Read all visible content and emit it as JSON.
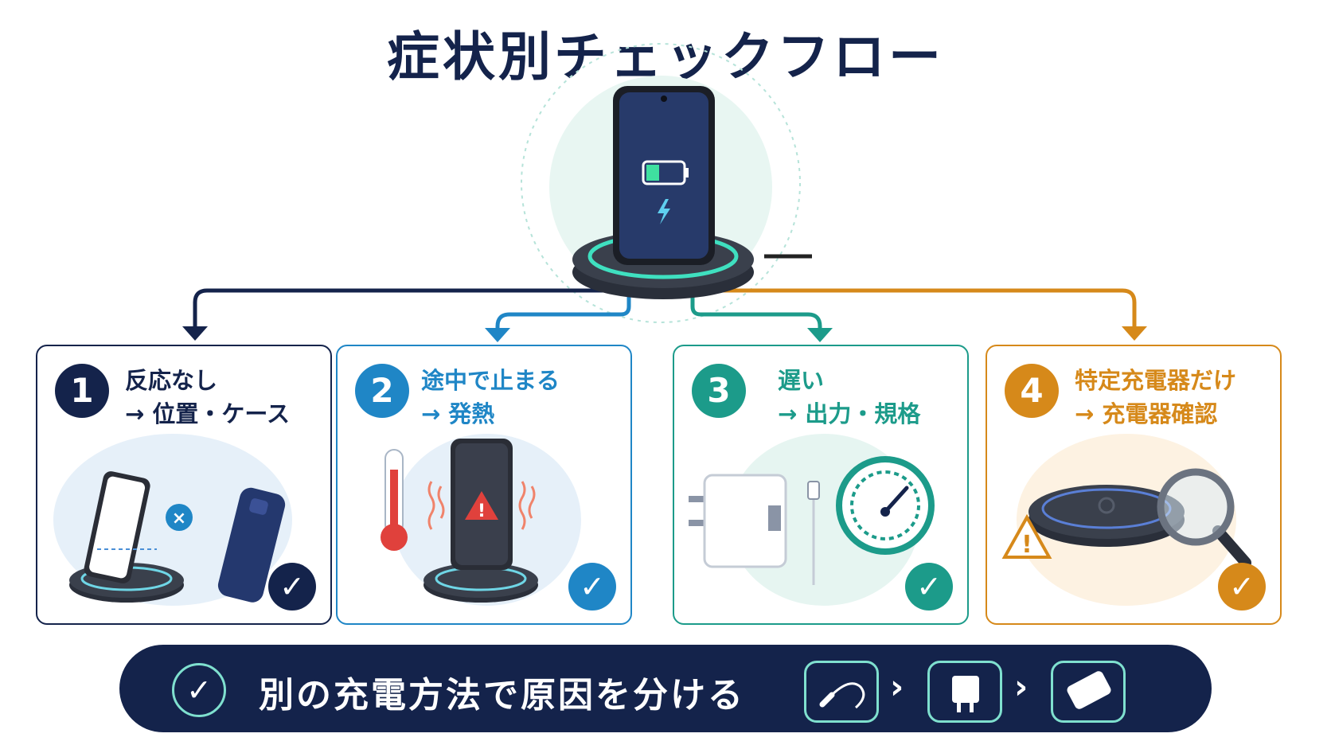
{
  "title": "症状別チェックフロー",
  "colors": {
    "navy": "#14234b",
    "blue": "#1f86c6",
    "teal": "#1c9b8a",
    "orange": "#d6891a",
    "mint": "#7fe0cf"
  },
  "cards": [
    {
      "num": "1",
      "line1": "反応なし",
      "line2": "→ 位置・ケース",
      "illustration": "phone-position-case-icon"
    },
    {
      "num": "2",
      "line1": "途中で止まる",
      "line2": "→ 発熱",
      "illustration": "heat-warning-icon"
    },
    {
      "num": "3",
      "line1": "遅い",
      "line2": "→ 出力・規格",
      "illustration": "adapter-speed-icon"
    },
    {
      "num": "4",
      "line1": "特定充電器だけ",
      "line2": "→ 充電器確認",
      "illustration": "charger-inspect-icon"
    }
  ],
  "check_mark": "✓",
  "banner": {
    "text": "別の充電方法で原因を分ける",
    "icons": [
      "usb-cable-icon",
      "ac-adapter-icon",
      "power-bank-icon"
    ],
    "separator": "›"
  }
}
